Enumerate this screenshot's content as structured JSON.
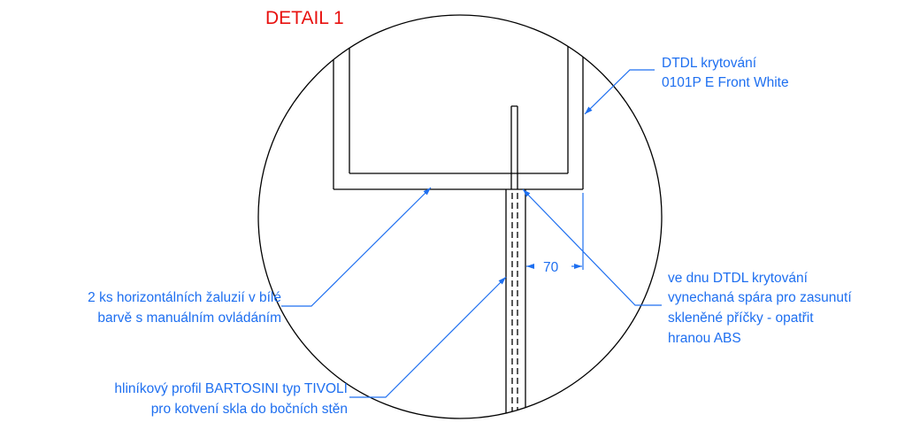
{
  "title": "DETAIL 1",
  "colors": {
    "title": "#e8110f",
    "annotation": "#1e6ff0",
    "geometry": "#000000"
  },
  "labels": {
    "dtdl_line1": "DTDL krytování",
    "dtdl_line2": "0101P E Front White",
    "blinds_line1": "2 ks horizontálních žaluzií v bílé",
    "blinds_line2": "barvě s manuálním ovládáním",
    "profile_line1": "hliníkový profil BARTOSINI typ TIVOLI",
    "profile_line2": "pro kotvení skla do bočních stěn",
    "gap_line1": "ve dnu DTDL krytování",
    "gap_line2": "vynechaná spára pro zasunutí",
    "gap_line3": "skleněné příčky - opatřit",
    "gap_line4": "hranou ABS"
  },
  "dimension": {
    "value": "70"
  }
}
